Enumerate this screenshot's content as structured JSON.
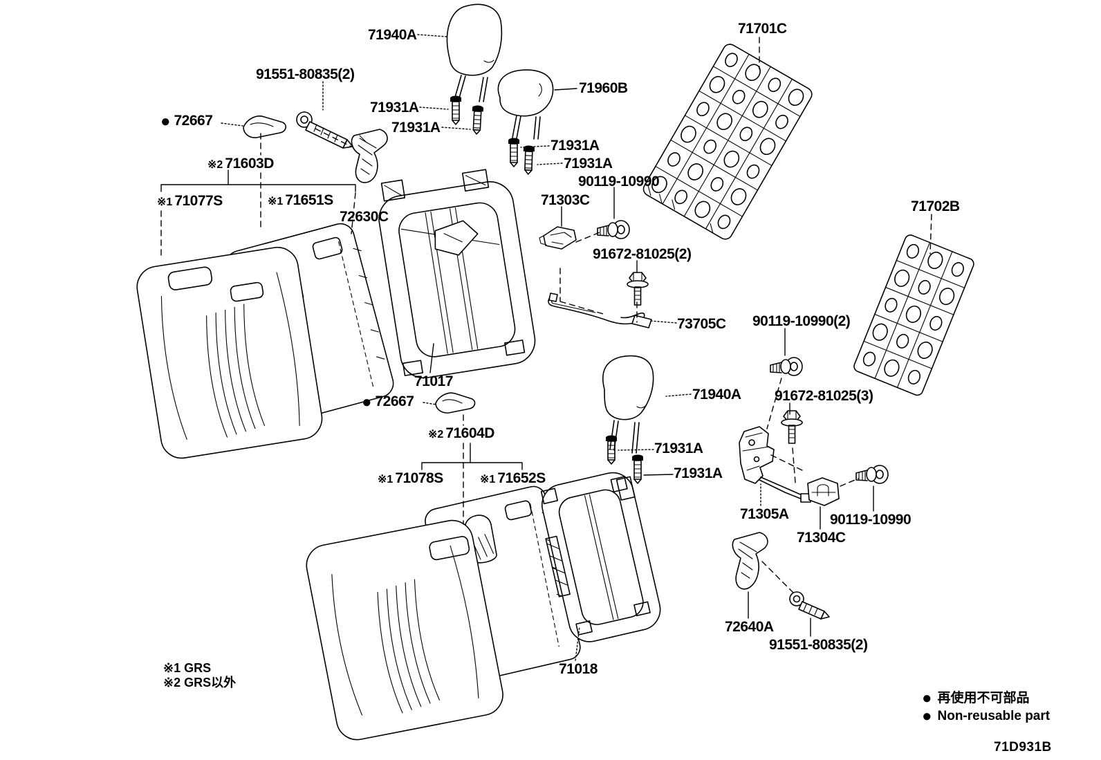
{
  "diagram": {
    "code": "71D931B",
    "notes": [
      {
        "text": "※1 GRS"
      },
      {
        "text": "※2 GRS以外"
      }
    ],
    "legend": [
      {
        "marker": "●",
        "text": "再使用不可部品"
      },
      {
        "marker": "●",
        "text": "Non-reusable part"
      }
    ],
    "labels": [
      {
        "text": "71940A"
      },
      {
        "text": "91551-80835(2)"
      },
      {
        "marker": "●",
        "text": "72667"
      },
      {
        "text": "71931A"
      },
      {
        "text": "71931A"
      },
      {
        "text": "71960B"
      },
      {
        "text": "71931A"
      },
      {
        "text": "71931A"
      },
      {
        "prefix": "※2",
        "text": "71603D"
      },
      {
        "prefix": "※1",
        "text": "71077S"
      },
      {
        "prefix": "※1",
        "text": "71651S"
      },
      {
        "text": "72630C"
      },
      {
        "text": "71701C"
      },
      {
        "text": "90119-10990"
      },
      {
        "text": "71303C"
      },
      {
        "text": "91672-81025(2)"
      },
      {
        "text": "73705C"
      },
      {
        "text": "71702B"
      },
      {
        "text": "71017"
      },
      {
        "marker": "●",
        "text": "72667"
      },
      {
        "prefix": "※2",
        "text": "71604D"
      },
      {
        "prefix": "※1",
        "text": "71078S"
      },
      {
        "prefix": "※1",
        "text": "71652S"
      },
      {
        "text": "71940A"
      },
      {
        "text": "71931A"
      },
      {
        "text": "71931A"
      },
      {
        "text": "90119-10990(2)"
      },
      {
        "text": "91672-81025(3)"
      },
      {
        "text": "71305A"
      },
      {
        "text": "90119-10990"
      },
      {
        "text": "71304C"
      },
      {
        "text": "72640A"
      },
      {
        "text": "91551-80835(2)"
      },
      {
        "text": "71018"
      }
    ]
  }
}
